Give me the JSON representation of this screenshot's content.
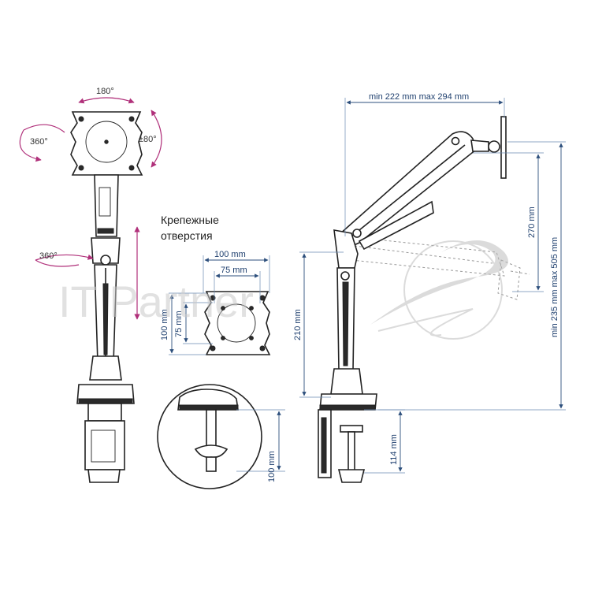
{
  "rotation_labels": {
    "top": "180°",
    "left_head": "360°",
    "right_head": "±80°",
    "left_arm": "360°"
  },
  "vesa": {
    "heading_line1": "Крепежные",
    "heading_line2": "отверстия",
    "width_100": "100 mm",
    "width_75": "75 mm",
    "height_100": "100 mm",
    "height_75": "75 mm"
  },
  "clamp_detail": {
    "clamp_height": "100 mm"
  },
  "side_view": {
    "reach": "min 222 mm max 294 mm",
    "arm_travel": "270 mm",
    "total_height": "min 235 mm max 505 mm",
    "pole_height": "210 mm",
    "clamp_height": "114 mm"
  },
  "watermark": {
    "text": "IT Partner"
  },
  "colors": {
    "dimension": "#1e3f6e",
    "rotation_arrow": "#b0307a",
    "watermark": "#c9c9c9",
    "drawing": "#222222"
  }
}
